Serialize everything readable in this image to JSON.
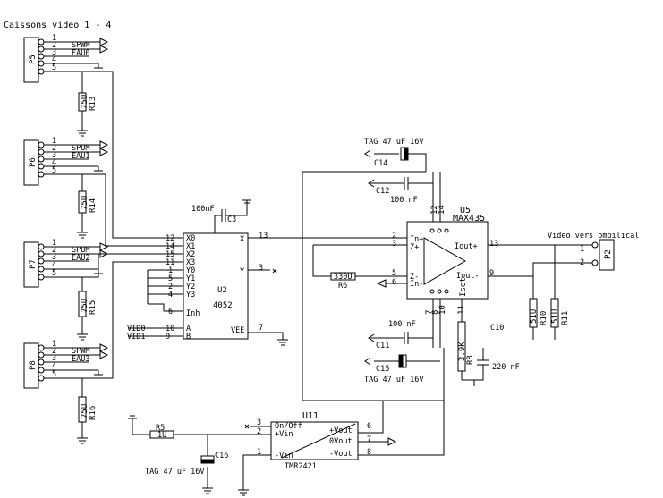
{
  "title": "Caissons video 1 - 4",
  "connectors": [
    {
      "ref": "P5",
      "pins": [
        "1",
        "2",
        "3",
        "4",
        "5"
      ],
      "signals": [
        "SPWM",
        "EAU0"
      ],
      "resistor": {
        "ref": "R13",
        "value": "75U"
      }
    },
    {
      "ref": "P6",
      "pins": [
        "1",
        "2",
        "3",
        "4",
        "5"
      ],
      "signals": [
        "SPUM",
        "EAU1"
      ],
      "resistor": {
        "ref": "R14",
        "value": "75U"
      }
    },
    {
      "ref": "P7",
      "pins": [
        "1",
        "2",
        "3",
        "4",
        "5"
      ],
      "signals": [
        "SPUM",
        "EAU2"
      ],
      "resistor": {
        "ref": "R15",
        "value": "75U"
      }
    },
    {
      "ref": "P8",
      "pins": [
        "1",
        "2",
        "3",
        "4",
        "5"
      ],
      "signals": [
        "SPWM",
        "EAU3"
      ],
      "resistor": {
        "ref": "R16",
        "value": "75U"
      }
    }
  ],
  "mux": {
    "ref": "U2",
    "part": "4052",
    "left_pins": [
      {
        "num": "12",
        "name": "X0"
      },
      {
        "num": "14",
        "name": "X1"
      },
      {
        "num": "15",
        "name": "X2"
      },
      {
        "num": "11",
        "name": "X3"
      },
      {
        "num": "1",
        "name": "Y0"
      },
      {
        "num": "5",
        "name": "Y1"
      },
      {
        "num": "2",
        "name": "Y2"
      },
      {
        "num": "4",
        "name": "Y3"
      },
      {
        "num": "6",
        "name": "Inh"
      },
      {
        "num": "10",
        "name": "A"
      },
      {
        "num": "9",
        "name": "B"
      }
    ],
    "right_pins": [
      {
        "num": "13",
        "name": "X"
      },
      {
        "num": "3",
        "name": "Y"
      },
      {
        "num": "7",
        "name": "VEE"
      }
    ],
    "vid_labels": [
      "VID0",
      "VID1"
    ],
    "decoupling": {
      "ref": "C3",
      "value": "100nF"
    }
  },
  "amp": {
    "ref": "U5",
    "part": "MAX435",
    "pins": [
      {
        "num": "2",
        "name": "In+"
      },
      {
        "num": "3",
        "name": "Z+"
      },
      {
        "num": "5",
        "name": "Z-"
      },
      {
        "num": "6",
        "name": "In-"
      },
      {
        "num": "13",
        "name": "Iout+"
      },
      {
        "num": "9",
        "name": "Iout-"
      },
      {
        "num": "11",
        "name": "Iset"
      }
    ],
    "top_pins": [
      "12",
      "14"
    ],
    "bottom_pins": [
      "7",
      "8",
      "10"
    ],
    "gain_resistor": {
      "ref": "R6",
      "value": "330U"
    },
    "iset_resistor": {
      "ref": "R8",
      "value": "3.9K"
    }
  },
  "capacitors": [
    {
      "ref": "C14",
      "value": "TAG 47 uF 16V"
    },
    {
      "ref": "C12",
      "value": "100 nF"
    },
    {
      "ref": "C11",
      "value": "100 nF"
    },
    {
      "ref": "C15",
      "value": "TAG 47 uF 16V"
    },
    {
      "ref": "C10",
      "value": "220 nF"
    },
    {
      "ref": "C16",
      "value": "TAG 47 uF 16V"
    }
  ],
  "output": {
    "label": "Video vers ombilical",
    "connector": {
      "ref": "P2",
      "pins": [
        "1",
        "2"
      ]
    },
    "resistors": [
      {
        "ref": "R10",
        "value": "51U"
      },
      {
        "ref": "R11",
        "value": "51U"
      }
    ]
  },
  "dcdc": {
    "ref": "U11",
    "part": "TMR2421",
    "left_pins": [
      {
        "num": "3",
        "name": "On/Off"
      },
      {
        "num": "2",
        "name": "+Vin"
      },
      {
        "num": "1",
        "name": "-Vin"
      }
    ],
    "right_pins": [
      {
        "num": "6",
        "name": "+Vout"
      },
      {
        "num": "7",
        "name": "0Vout"
      },
      {
        "num": "8",
        "name": "-Vout"
      }
    ],
    "input_resistor": {
      "ref": "R5",
      "value": "1U"
    }
  }
}
